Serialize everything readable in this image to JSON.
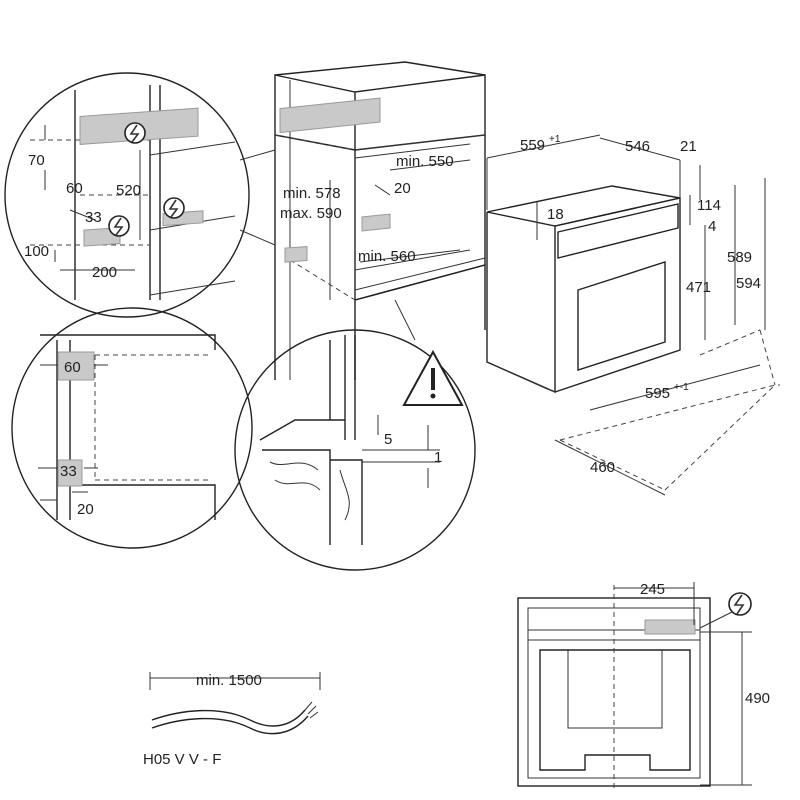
{
  "labels": {
    "d559": "559",
    "d559_tol": "+1",
    "d546": "546",
    "d21": "21",
    "d18": "18",
    "d114": "114",
    "d4": "4",
    "d589": "589",
    "d594": "594",
    "d471": "471",
    "d595": "595",
    "d595_tol": "+-1",
    "d460": "460",
    "min550": "min. 550",
    "min578": "min. 578",
    "max590": "max. 590",
    "d20": "20",
    "min560": "min. 560",
    "z70": "70",
    "z60": "60",
    "z520": "520",
    "z33": "33",
    "z100": "100",
    "z200": "200",
    "b60": "60",
    "b33": "33",
    "b20": "20",
    "c5": "5",
    "c1": "1",
    "r245": "245",
    "r490": "490",
    "cable_len": "min. 1500",
    "cable_type": "H05 V V - F"
  },
  "icons": {
    "electric": "electric-connection-icon",
    "warning": "warning-triangle-icon"
  }
}
